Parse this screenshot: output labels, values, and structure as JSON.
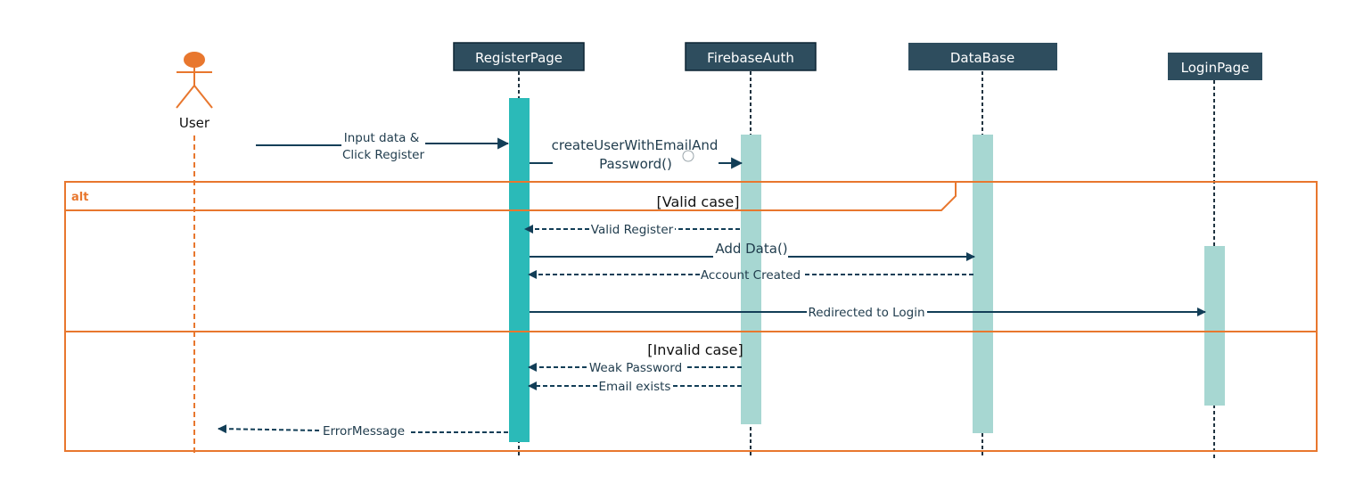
{
  "actor": {
    "label": "User"
  },
  "participants": [
    {
      "id": "register",
      "label": "RegisterPage"
    },
    {
      "id": "firebase",
      "label": "FirebaseAuth"
    },
    {
      "id": "database",
      "label": "DataBase"
    },
    {
      "id": "login",
      "label": "LoginPage"
    }
  ],
  "messages": {
    "input_line1": "Input data &",
    "input_line2": "Click Register",
    "create_line1": "createUserWithEmailAnd",
    "create_line2": "Password()",
    "valid_register": "Valid Register",
    "add_data": "Add Data()",
    "account_created": "Account Created",
    "redirected": "Redirected to Login",
    "weak_password": "Weak Password",
    "email_exists": "Email exists",
    "error_message": "ErrorMessage"
  },
  "fragment": {
    "operator": "alt",
    "guard_valid": "[Valid case]",
    "guard_invalid": "[Invalid case]"
  },
  "colors": {
    "actor": "#e8772e",
    "participant_box": "#2e4d5e",
    "activation_main": "#2bbab8",
    "activation_light": "#a7d7d2",
    "message": "#123e57",
    "frame": "#e8772e"
  }
}
